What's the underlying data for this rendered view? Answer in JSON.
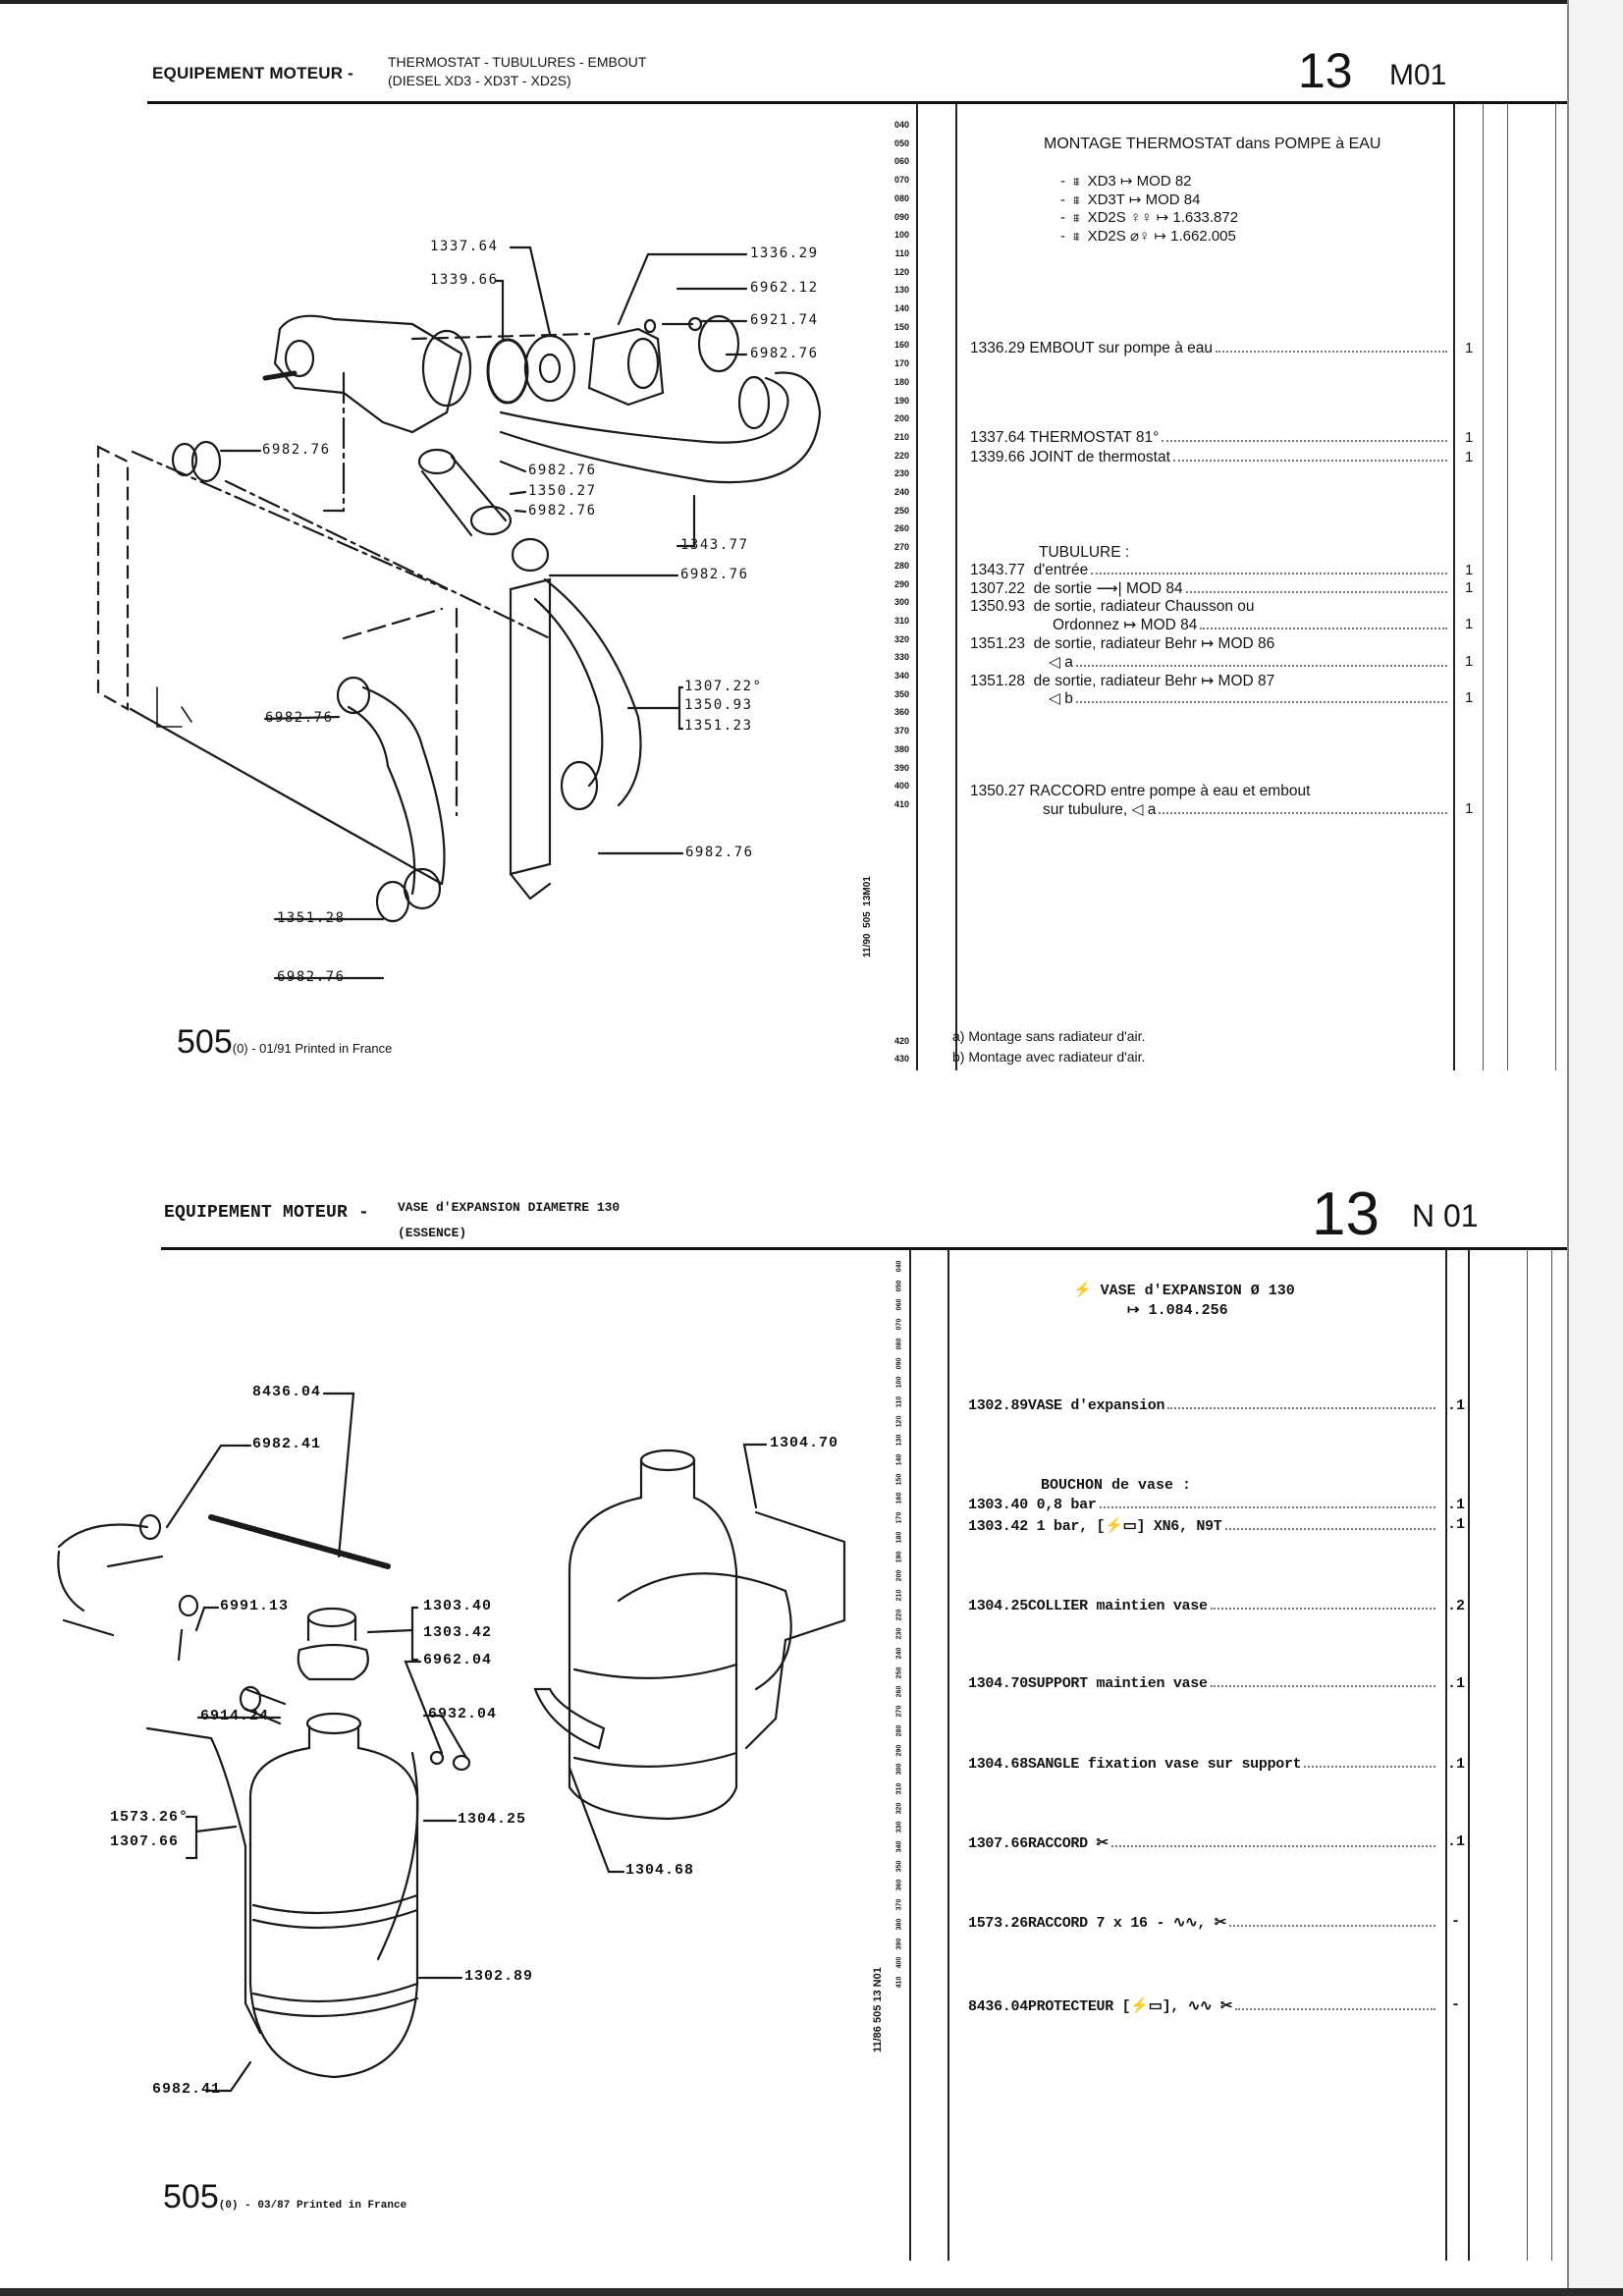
{
  "sections": [
    {
      "header": {
        "main": "EQUIPEMENT MOTEUR -",
        "sub1": "THERMOSTAT - TUBULURES - EMBOUT",
        "sub2": "(DIESEL XD3 - XD3T - XD2S)",
        "group": "13",
        "code": "M01"
      },
      "line_numbers": [
        "040",
        "050",
        "060",
        "070",
        "080",
        "090",
        "100",
        "110",
        "120",
        "130",
        "140",
        "150",
        "160",
        "170",
        "180",
        "190",
        "200",
        "210",
        "220",
        "230",
        "240",
        "250",
        "260",
        "270",
        "280",
        "290",
        "300",
        "310",
        "320",
        "330",
        "340",
        "350",
        "360",
        "370",
        "380",
        "390",
        "400",
        "410"
      ],
      "line_numbers_footer": [
        "420",
        "430"
      ],
      "title": "MONTAGE THERMOSTAT dans POMPE à EAU",
      "applicability": [
        {
          "text": "XD3 ↦ MOD 82"
        },
        {
          "text": "XD3T ↦ MOD 84"
        },
        {
          "text": "XD2S ♀♀ ↦ 1.633.872"
        },
        {
          "text": "XD2S ⌀♀ ↦ 1.662.005"
        }
      ],
      "entries": [
        {
          "ref": "1336.29",
          "text": "EMBOUT sur pompe à eau",
          "qty": "1"
        },
        {
          "ref": "1337.64",
          "text": "THERMOSTAT 81°",
          "qty": "1"
        },
        {
          "ref": "1339.66",
          "text": "JOINT de thermostat",
          "qty": "1"
        },
        {
          "ref": "",
          "text": "TUBULURE :",
          "qty": ""
        },
        {
          "ref": "1343.77",
          "text": "d'entrée",
          "qty": "1"
        },
        {
          "ref": "1307.22",
          "text": "de sortie ⟶| MOD 84",
          "qty": "1"
        },
        {
          "ref": "1350.93",
          "text": "de sortie, radiateur Chausson ou",
          "qty": ""
        },
        {
          "ref": "",
          "text": "Ordonnez ↦ MOD 84",
          "qty": "1"
        },
        {
          "ref": "1351.23",
          "text": "de sortie, radiateur Behr ↦ MOD 86",
          "qty": ""
        },
        {
          "ref": "",
          "text": "◁ a",
          "qty": "1"
        },
        {
          "ref": "1351.28",
          "text": "de sortie, radiateur Behr ↦ MOD 87",
          "qty": ""
        },
        {
          "ref": "",
          "text": "◁ b",
          "qty": "1"
        },
        {
          "ref": "1350.27",
          "text": "RACCORD entre pompe à eau et embout",
          "qty": ""
        },
        {
          "ref": "",
          "text": "sur tubulure, ◁ a",
          "qty": "1"
        }
      ],
      "footnotes": [
        "a) Montage sans radiateur d'air.",
        "b) Montage avec radiateur d'air."
      ],
      "footer": {
        "model": "505",
        "suffix": "(0) - 01/91 Printed in France"
      },
      "side_ref": "11/90  505  13M01",
      "diagram_labels": [
        "1337.64",
        "1339.66",
        "1336.29",
        "6962.12",
        "6921.74",
        "6982.76",
        "6982.76",
        "6982.76",
        "1350.27",
        "6982.76",
        "1343.77",
        "6982.76",
        "1307.22°",
        "1350.93",
        "1351.23",
        "6982.76",
        "6982.76",
        "1351.28",
        "6982.76"
      ]
    },
    {
      "header": {
        "main": "EQUIPEMENT MOTEUR -",
        "sub1": "VASE d'EXPANSION DIAMETRE 130",
        "sub2": "(ESSENCE)",
        "group": "13",
        "code": "N 01"
      },
      "line_numbers": [
        "040",
        "050",
        "060",
        "070",
        "080",
        "090",
        "100",
        "110",
        "120",
        "130",
        "140",
        "150",
        "160",
        "170",
        "180",
        "190",
        "200",
        "210",
        "220",
        "230",
        "240",
        "250",
        "260",
        "270",
        "280",
        "290",
        "300",
        "310",
        "320",
        "330",
        "340",
        "350",
        "360",
        "370",
        "380",
        "390",
        "400",
        "410"
      ],
      "title1": "⚡ VASE d'EXPANSION Ø 130",
      "title2": "↦ 1.084.256",
      "entries": [
        {
          "ref": "1302.89",
          "text": "VASE d'expansion",
          "qty": ".1"
        },
        {
          "ref": "",
          "text": "BOUCHON de vase :",
          "qty": ""
        },
        {
          "ref": "1303.40",
          "text": " 0,8 bar",
          "qty": ".1"
        },
        {
          "ref": "1303.42",
          "text": " 1 bar, [⚡▭] XN6, N9T",
          "qty": ".1"
        },
        {
          "ref": "1304.25",
          "text": "COLLIER maintien vase",
          "qty": ".2"
        },
        {
          "ref": "1304.70",
          "text": "SUPPORT maintien vase",
          "qty": ".1"
        },
        {
          "ref": "1304.68",
          "text": "SANGLE fixation vase sur support",
          "qty": ".1"
        },
        {
          "ref": "1307.66",
          "text": "RACCORD ✂",
          "qty": ".1"
        },
        {
          "ref": "1573.26",
          "text": "RACCORD 7 x 16 - ∿∿, ✂",
          "qty": "-"
        },
        {
          "ref": "8436.04",
          "text": "PROTECTEUR [⚡▭], ∿∿ ✂",
          "qty": "-"
        }
      ],
      "footer": {
        "model": "505",
        "suffix": "(0) - 03/87 Printed in France"
      },
      "side_ref": "11/86 505 13 N01",
      "diagram_labels": [
        "8436.04",
        "6982.41",
        "1304.70",
        "6991.13",
        "1303.40",
        "1303.42",
        "6962.04",
        "6914.24",
        "6932.04",
        "1573.26°",
        "1307.66",
        "1304.25",
        "1304.68",
        "1302.89",
        "6982.41"
      ]
    }
  ]
}
